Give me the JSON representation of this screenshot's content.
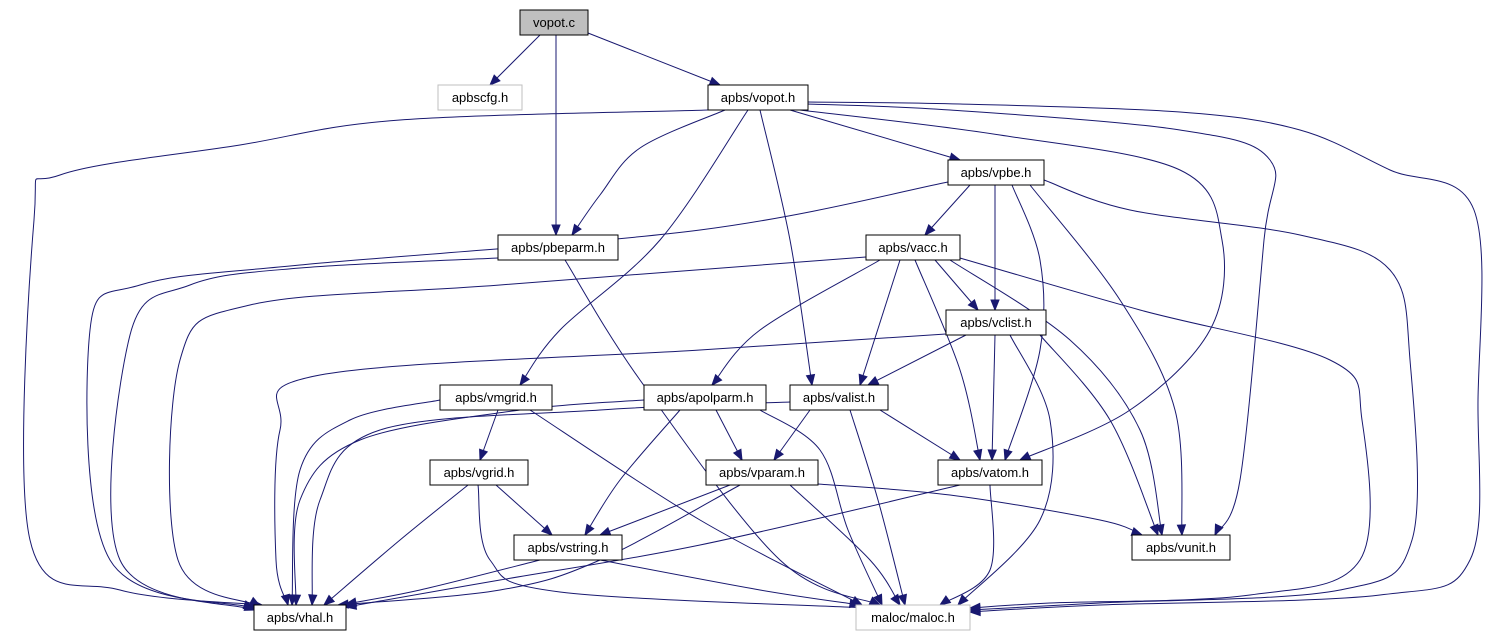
{
  "diagram": {
    "type": "include-dependency-graph",
    "colors": {
      "edge": "#191970",
      "root_fill": "#bfbfbf",
      "node_border": "#000000",
      "missing_border": "#bfbfbf"
    },
    "nodes": [
      {
        "id": "vopot_c",
        "label": "vopot.c",
        "style": "root"
      },
      {
        "id": "apbscfg",
        "label": "apbscfg.h",
        "style": "grey"
      },
      {
        "id": "vopot_h",
        "label": "apbs/vopot.h",
        "style": "normal"
      },
      {
        "id": "vpbe",
        "label": "apbs/vpbe.h",
        "style": "normal"
      },
      {
        "id": "pbeparm",
        "label": "apbs/pbeparm.h",
        "style": "normal"
      },
      {
        "id": "vacc",
        "label": "apbs/vacc.h",
        "style": "normal"
      },
      {
        "id": "vclist",
        "label": "apbs/vclist.h",
        "style": "normal"
      },
      {
        "id": "vmgrid",
        "label": "apbs/vmgrid.h",
        "style": "normal"
      },
      {
        "id": "apolparm",
        "label": "apbs/apolparm.h",
        "style": "normal"
      },
      {
        "id": "valist",
        "label": "apbs/valist.h",
        "style": "normal"
      },
      {
        "id": "vgrid",
        "label": "apbs/vgrid.h",
        "style": "normal"
      },
      {
        "id": "vparam",
        "label": "apbs/vparam.h",
        "style": "normal"
      },
      {
        "id": "vatom",
        "label": "apbs/vatom.h",
        "style": "normal"
      },
      {
        "id": "vstring",
        "label": "apbs/vstring.h",
        "style": "normal"
      },
      {
        "id": "vunit",
        "label": "apbs/vunit.h",
        "style": "normal"
      },
      {
        "id": "vhal",
        "label": "apbs/vhal.h",
        "style": "normal"
      },
      {
        "id": "maloc",
        "label": "maloc/maloc.h",
        "style": "grey"
      }
    ],
    "edges": [
      [
        "vopot_c",
        "apbscfg"
      ],
      [
        "vopot_c",
        "vopot_h"
      ],
      [
        "vopot_c",
        "pbeparm"
      ],
      [
        "vopot_h",
        "vhal"
      ],
      [
        "vopot_h",
        "vpbe"
      ],
      [
        "vopot_h",
        "pbeparm"
      ],
      [
        "vopot_h",
        "vmgrid"
      ],
      [
        "vopot_h",
        "valist"
      ],
      [
        "vopot_h",
        "vatom"
      ],
      [
        "vopot_h",
        "vunit"
      ],
      [
        "vopot_h",
        "maloc"
      ],
      [
        "vpbe",
        "vhal"
      ],
      [
        "vpbe",
        "vacc"
      ],
      [
        "vpbe",
        "vclist"
      ],
      [
        "vpbe",
        "vatom"
      ],
      [
        "vpbe",
        "vunit"
      ],
      [
        "vpbe",
        "maloc"
      ],
      [
        "pbeparm",
        "vhal"
      ],
      [
        "pbeparm",
        "maloc"
      ],
      [
        "vacc",
        "vhal"
      ],
      [
        "vacc",
        "apolparm"
      ],
      [
        "vacc",
        "valist"
      ],
      [
        "vacc",
        "vclist"
      ],
      [
        "vacc",
        "vatom"
      ],
      [
        "vacc",
        "vunit"
      ],
      [
        "vacc",
        "maloc"
      ],
      [
        "vclist",
        "vhal"
      ],
      [
        "vclist",
        "valist"
      ],
      [
        "vclist",
        "vatom"
      ],
      [
        "vclist",
        "vunit"
      ],
      [
        "vclist",
        "maloc"
      ],
      [
        "vmgrid",
        "vhal"
      ],
      [
        "vmgrid",
        "vgrid"
      ],
      [
        "vmgrid",
        "maloc"
      ],
      [
        "apolparm",
        "vhal"
      ],
      [
        "apolparm",
        "vparam"
      ],
      [
        "apolparm",
        "vstring"
      ],
      [
        "apolparm",
        "maloc"
      ],
      [
        "valist",
        "vhal"
      ],
      [
        "valist",
        "vparam"
      ],
      [
        "valist",
        "vatom"
      ],
      [
        "valist",
        "maloc"
      ],
      [
        "vgrid",
        "vstring"
      ],
      [
        "vgrid",
        "vhal"
      ],
      [
        "vgrid",
        "maloc"
      ],
      [
        "vparam",
        "vstring"
      ],
      [
        "vparam",
        "vhal"
      ],
      [
        "vparam",
        "vunit"
      ],
      [
        "vparam",
        "maloc"
      ],
      [
        "vatom",
        "vhal"
      ],
      [
        "vatom",
        "maloc"
      ],
      [
        "vstring",
        "vhal"
      ],
      [
        "vstring",
        "maloc"
      ]
    ]
  }
}
